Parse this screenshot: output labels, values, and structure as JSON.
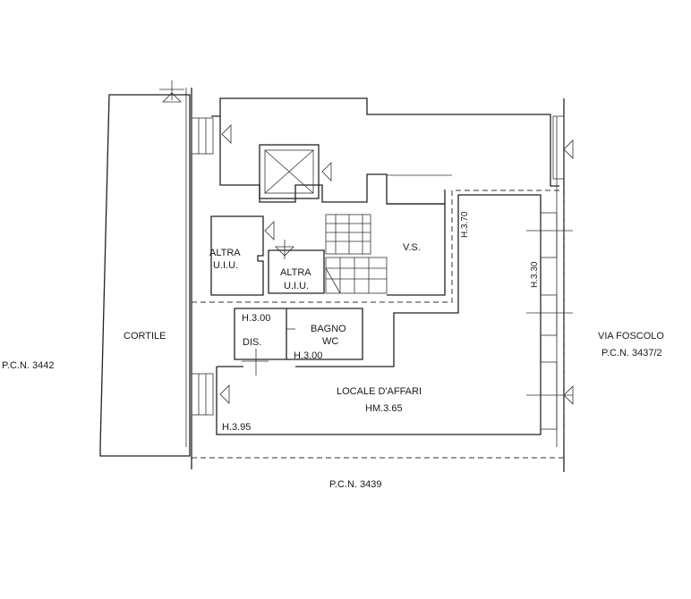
{
  "labels": {
    "cortile": "CORTILE",
    "pcn_3442": "P.C.N. 3442",
    "via_foscolo": "VIA FOSCOLO",
    "pcn_3437_2": "P.C.N. 3437/2",
    "pcn_3439": "P.C.N. 3439",
    "altra_1": "ALTRA",
    "uiu_1": "U.I.U.",
    "altra_2": "ALTRA",
    "uiu_2": "U.I.U.",
    "vs": "V.S.",
    "h_370": "H.3.70",
    "h_330": "H.3.30",
    "h_300_a": "H.3.00",
    "bagno": "BAGNO",
    "wc": "WC",
    "dis": "DIS.",
    "h_300_b": "H.3.00",
    "locale_affari": "LOCALE D'AFFARI",
    "hm_365": "HM.3.65",
    "h_395": "H.3.95"
  }
}
